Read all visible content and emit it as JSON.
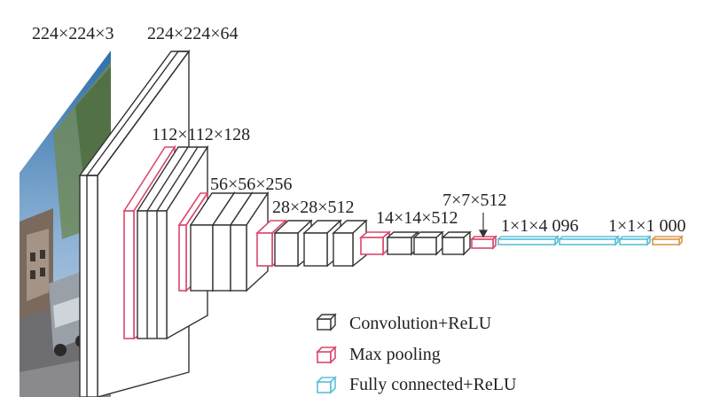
{
  "diagram": {
    "dimension_labels": [
      "224×224×3",
      "224×224×64",
      "112×112×128",
      "56×56×256",
      "28×28×512",
      "14×14×512",
      "7×7×512",
      "1×1×4 096",
      "1×1×1 000"
    ],
    "legend": [
      {
        "label": "Convolution+ReLU",
        "color": "#333333"
      },
      {
        "label": "Max pooling",
        "color": "#d9486a"
      },
      {
        "label": "Fully connected+ReLU",
        "color": "#5bc0d8"
      }
    ],
    "colors": {
      "conv": "#333333",
      "pool": "#d9486a",
      "fc": "#5bc0d8",
      "softmax": "#d99a4e"
    }
  }
}
